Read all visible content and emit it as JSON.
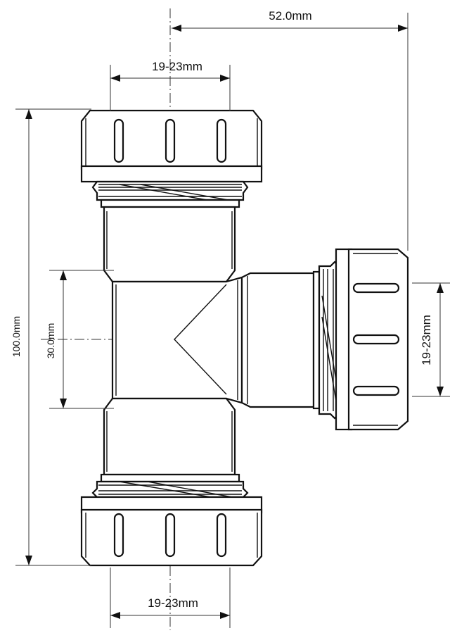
{
  "dimensions": {
    "branch_length": "52.0mm",
    "top_pipe_range": "19-23mm",
    "bottom_pipe_range": "19-23mm",
    "side_pipe_range": "19-23mm",
    "overall_height": "100.0mm",
    "body_diameter": "30.0mm"
  }
}
